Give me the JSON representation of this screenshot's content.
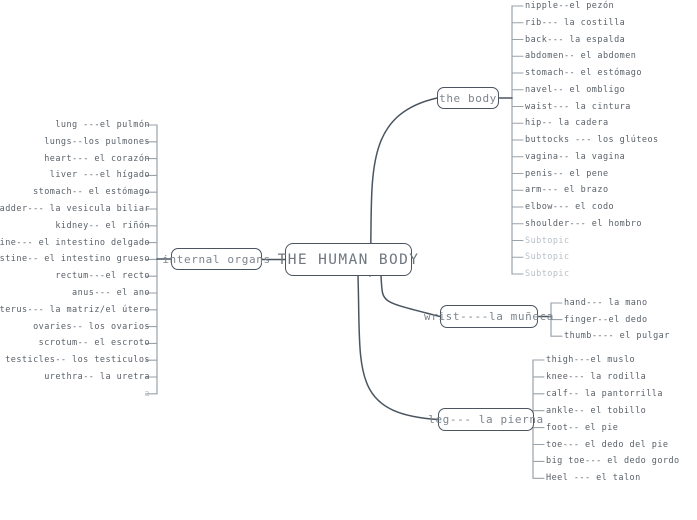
{
  "map": {
    "central": {
      "label": "THE  HUMAN  BODY"
    },
    "branches": [
      {
        "id": "internal-organs",
        "label": "internal organs",
        "side": "left",
        "children": [
          {
            "label": "lung ---el pulmón"
          },
          {
            "label": "lungs--los pulmones"
          },
          {
            "label": "heart--- el corazón"
          },
          {
            "label": "liver ---el hígado"
          },
          {
            "label": "stomach-- el estómago"
          },
          {
            "label": "gallbladder--- la vesicula biliar"
          },
          {
            "label": "kidney-- el riñón"
          },
          {
            "label": "small intestine--- el intestino delgado"
          },
          {
            "label": "large intestine-- el intestino grueso"
          },
          {
            "label": "rectum---el recto"
          },
          {
            "label": "anus--- el ano"
          },
          {
            "label": "uterus--- la matriz/el útero"
          },
          {
            "label": "ovaries-- los ovarios"
          },
          {
            "label": "scrotum-- el escroto"
          },
          {
            "label": "testicles-- los testiculos"
          },
          {
            "label": "urethra-- la uretra"
          },
          {
            "label": "a",
            "muted": true
          }
        ]
      },
      {
        "id": "the-body",
        "label": "the body",
        "side": "right",
        "children": [
          {
            "label": "nipple--el pezón"
          },
          {
            "label": "rib--- la costilla"
          },
          {
            "label": "back--- la espalda"
          },
          {
            "label": "abdomen-- el abdomen"
          },
          {
            "label": "stomach-- el estómago"
          },
          {
            "label": "navel-- el ombligo"
          },
          {
            "label": "waist--- la cintura"
          },
          {
            "label": "hip-- la cadera"
          },
          {
            "label": "buttocks --- los glúteos"
          },
          {
            "label": "vagina-- la vagina"
          },
          {
            "label": "penis-- el pene"
          },
          {
            "label": "arm--- el brazo"
          },
          {
            "label": "elbow--- el codo"
          },
          {
            "label": "shoulder--- el hombro"
          },
          {
            "label": "Subtopic",
            "muted": true
          },
          {
            "label": "Subtopic",
            "muted": true
          },
          {
            "label": "Subtopic",
            "muted": true
          }
        ]
      },
      {
        "id": "wrist",
        "label": "wrist----la muñeca",
        "side": "right",
        "children": [
          {
            "label": "hand---  la mano"
          },
          {
            "label": "finger--el dedo"
          },
          {
            "label": "thumb---- el pulgar"
          }
        ]
      },
      {
        "id": "leg",
        "label": "leg--- la pierna",
        "side": "right",
        "children": [
          {
            "label": "thigh---el muslo"
          },
          {
            "label": "knee--- la rodilla"
          },
          {
            "label": "calf-- la pantorrilla"
          },
          {
            "label": "ankle-- el tobillo"
          },
          {
            "label": "foot-- el pie"
          },
          {
            "label": "toe--- el dedo del pie"
          },
          {
            "label": "big toe--- el dedo gordo"
          },
          {
            "label": "Heel --- el talon"
          }
        ]
      }
    ]
  },
  "colors": {
    "node_border": "#4a5560",
    "node_text": "#7d858d",
    "leaf_text": "#5a6169",
    "muted_text": "#b9bfc6",
    "edge": "#4a5560",
    "spine": "#9aa2aa",
    "background": "#ffffff"
  }
}
